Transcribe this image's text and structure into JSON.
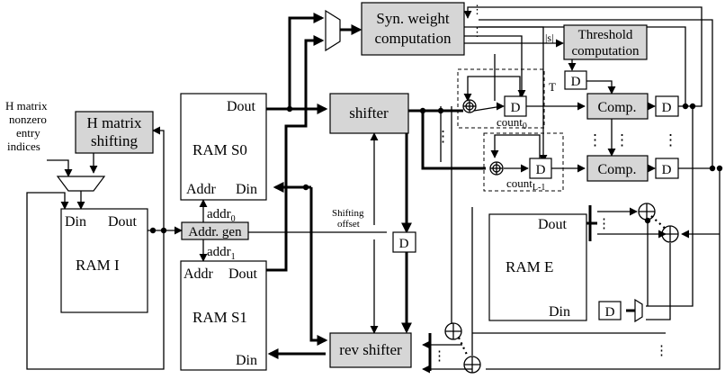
{
  "blocks": {
    "h_matrix_input": [
      "H matrix",
      "nonzero",
      "entry",
      "indices"
    ],
    "h_matrix_shifting": [
      "H matrix",
      "shifting"
    ],
    "ram_i": {
      "name": "RAM I",
      "din": "Din",
      "dout": "Dout"
    },
    "ram_s0": {
      "name": "RAM S0",
      "dout": "Dout",
      "addr": "Addr",
      "din": "Din"
    },
    "ram_s1": {
      "name": "RAM S1",
      "addr": "Addr",
      "dout": "Dout",
      "din": "Din"
    },
    "ram_e": {
      "name": "RAM E",
      "dout": "Dout",
      "din": "Din"
    },
    "addr_gen": "Addr. gen",
    "addr0": "addr",
    "addr0_sub": "0",
    "addr1": "addr",
    "addr1_sub": "1",
    "shifter": "shifter",
    "rev_shifter": "rev shifter",
    "syn_weight": [
      "Syn. weight",
      "computation"
    ],
    "threshold": [
      "Threshold",
      "computation"
    ],
    "abs_s": "|s|",
    "t_label": "T",
    "shifting_offset": [
      "Shifting",
      "offset"
    ],
    "comp": "Comp.",
    "d": "D",
    "count0": "count",
    "count0_sub": "0",
    "countL": "count",
    "countL_sub": "L-1",
    "ellipsis": "⋮"
  }
}
